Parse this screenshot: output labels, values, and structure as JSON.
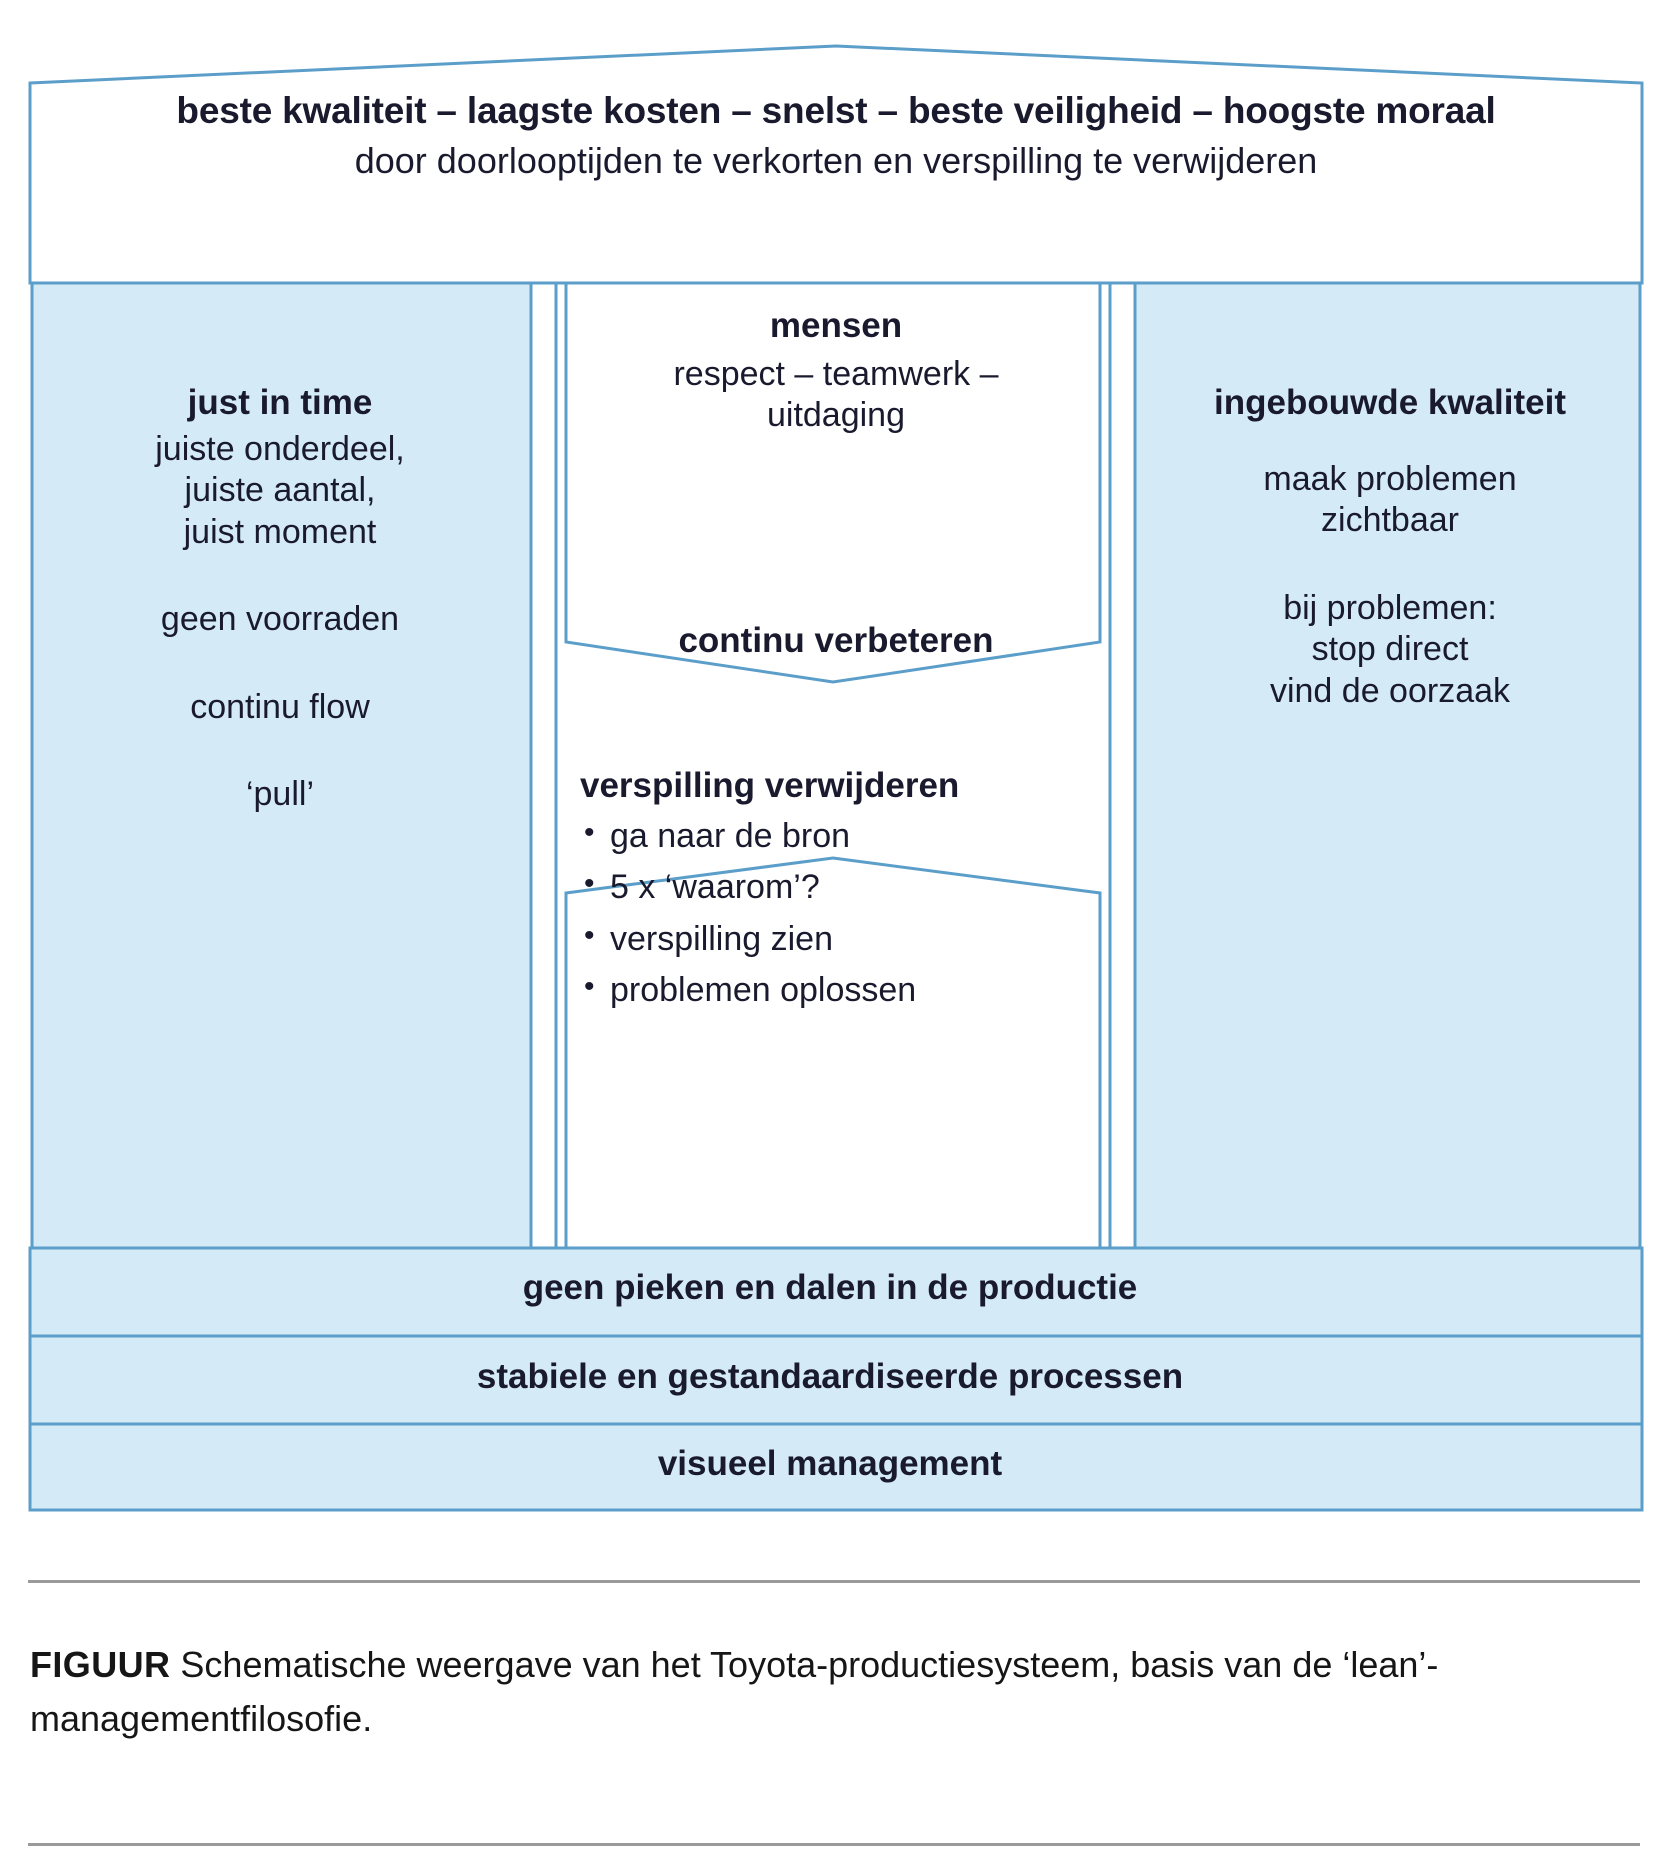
{
  "colors": {
    "fill_light_blue": "#d4eaf7",
    "border_blue": "#5b9ec9",
    "border_blue_light": "#a9dcf2",
    "white": "#ffffff",
    "text": "#1a1a2e",
    "rule_gray": "#9a9a9a"
  },
  "roof": {
    "line1": "beste kwaliteit – laagste kosten – snelst – beste veiligheid – hoogste moraal",
    "line2": "door doorlooptijden te verkorten en verspilling te verwijderen"
  },
  "left_pillar": {
    "heading": "just in time",
    "blocks": [
      "juiste onderdeel,\njuiste aantal,\njuist moment",
      "geen voorraden",
      "continu flow",
      "‘pull’"
    ],
    "block_lines": [
      [
        "juiste onderdeel,",
        "juiste aantal,",
        "juist moment"
      ],
      [
        "geen voorraden"
      ],
      [
        "continu flow"
      ],
      [
        "‘pull’"
      ]
    ]
  },
  "right_pillar": {
    "heading": "ingebouwde kwaliteit",
    "block_lines": [
      [
        "maak problemen",
        "zichtbaar"
      ],
      [
        "bij problemen:",
        "stop direct",
        "vind de oorzaak"
      ]
    ]
  },
  "center_top": {
    "heading": "mensen",
    "lines": [
      "respect – teamwerk –",
      "uitdaging"
    ]
  },
  "center_middle": {
    "label": "continu verbeteren"
  },
  "center_bottom": {
    "heading": "verspilling verwijderen",
    "bullets": [
      "ga naar de bron",
      "5 x ‘waarom’?",
      "verspilling zien",
      "problemen oplossen"
    ]
  },
  "foundation": {
    "bars": [
      "geen pieken en dalen in de productie",
      "stabiele en gestandaardiseerde processen",
      "visueel management"
    ]
  },
  "caption": {
    "label": "FIGUUR",
    "text": "Schematische weergave van het Toyota-productiesysteem, basis van de ‘lean’-managementfilosofie."
  }
}
